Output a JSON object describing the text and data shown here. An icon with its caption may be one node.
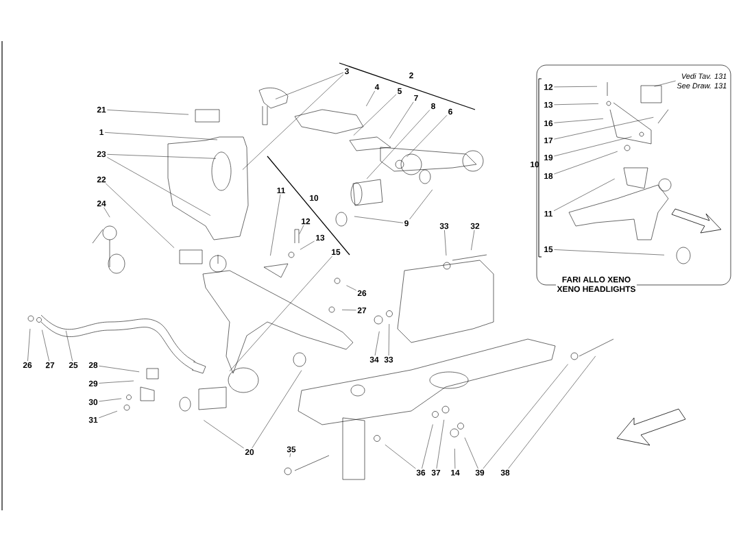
{
  "diagram": {
    "nodes": [
      {
        "text": [
          "3"
        ]
      },
      {
        "text": [
          "4"
        ]
      },
      {
        "text": [
          "5"
        ]
      },
      {
        "text": [
          "7"
        ]
      },
      {
        "text": [
          "8"
        ]
      },
      {
        "text": [
          "6"
        ]
      },
      {
        "text": [
          "21"
        ]
      },
      {
        "text": [
          "1"
        ]
      },
      {
        "text": [
          "23"
        ]
      },
      {
        "text": [
          "22"
        ]
      },
      {
        "text": [
          "24"
        ]
      },
      {
        "text": [
          "11"
        ]
      },
      {
        "text": [
          "12"
        ]
      },
      {
        "text": [
          "13"
        ]
      },
      {
        "text": [
          "15"
        ]
      },
      {
        "text": [
          "9"
        ]
      },
      {
        "text": [
          "33"
        ]
      },
      {
        "text": [
          "32"
        ]
      },
      {
        "text": [
          "26"
        ]
      },
      {
        "text": [
          "27"
        ]
      },
      {
        "text": [
          "34"
        ]
      },
      {
        "text": [
          "33"
        ]
      },
      {
        "text": [
          "26"
        ]
      },
      {
        "text": [
          "27"
        ]
      },
      {
        "text": [
          "25"
        ]
      },
      {
        "text": [
          "28"
        ]
      },
      {
        "text": [
          "29"
        ]
      },
      {
        "text": [
          "30"
        ]
      },
      {
        "text": [
          "31"
        ]
      },
      {
        "text": [
          "20"
        ]
      },
      {
        "text": [
          "35"
        ]
      },
      {
        "text": [
          "36"
        ]
      },
      {
        "text": [
          "37"
        ]
      },
      {
        "text": [
          "14"
        ]
      },
      {
        "text": [
          "39"
        ]
      },
      {
        "text": [
          "38"
        ]
      },
      {
        "text": [
          "FARI ALLO XENO",
          "XENO HEADLIGHTS"
        ]
      },
      {
        "text": [
          "Vedi Tav. 131",
          "See Draw. 131"
        ],
        "in": 36
      },
      {
        "text": [
          "12"
        ],
        "in": 36
      },
      {
        "text": [
          "13"
        ],
        "in": 36
      },
      {
        "text": [
          "16"
        ],
        "in": 36
      },
      {
        "text": [
          "17"
        ],
        "in": 36
      },
      {
        "text": [
          "19"
        ],
        "in": 36
      },
      {
        "text": [
          "18"
        ],
        "in": 36
      },
      {
        "text": [
          "11"
        ],
        "in": 36
      },
      {
        "text": [
          "15"
        ],
        "in": 36
      }
    ],
    "edges": [
      {
        "from": 0,
        "to": null,
        "arrow": "none"
      },
      {
        "from": 0,
        "to": null,
        "arrow": "none"
      },
      {
        "from": 1,
        "to": null,
        "arrow": "none"
      },
      {
        "from": 2,
        "to": null,
        "arrow": "none"
      },
      {
        "from": 3,
        "to": null,
        "arrow": "none"
      },
      {
        "from": 4,
        "to": null,
        "arrow": "none"
      },
      {
        "from": 5,
        "to": null,
        "arrow": "none"
      },
      {
        "from": 6,
        "to": null,
        "arrow": "none"
      },
      {
        "from": 7,
        "to": null,
        "arrow": "none"
      },
      {
        "from": 8,
        "to": null,
        "arrow": "none"
      },
      {
        "from": 8,
        "to": null,
        "arrow": "none"
      },
      {
        "from": 9,
        "to": null,
        "arrow": "none"
      },
      {
        "from": 10,
        "to": null,
        "arrow": "none"
      },
      {
        "from": 11,
        "to": null,
        "arrow": "none"
      },
      {
        "from": 12,
        "to": null,
        "arrow": "none"
      },
      {
        "from": 13,
        "to": null,
        "arrow": "none"
      },
      {
        "from": 14,
        "to": null,
        "arrow": "none"
      },
      {
        "from": 15,
        "to": null,
        "arrow": "none"
      },
      {
        "from": 15,
        "to": null,
        "arrow": "none"
      },
      {
        "from": 16,
        "to": null,
        "arrow": "none"
      },
      {
        "from": 17,
        "to": null,
        "arrow": "none"
      },
      {
        "from": 18,
        "to": null,
        "arrow": "none"
      },
      {
        "from": 19,
        "to": null,
        "arrow": "none"
      },
      {
        "from": 20,
        "to": null,
        "arrow": "none"
      },
      {
        "from": 21,
        "to": null,
        "arrow": "none"
      },
      {
        "from": 22,
        "to": null,
        "arrow": "none"
      },
      {
        "from": 23,
        "to": null,
        "arrow": "none"
      },
      {
        "from": 24,
        "to": null,
        "arrow": "none"
      },
      {
        "from": 25,
        "to": null,
        "arrow": "none"
      },
      {
        "from": 26,
        "to": null,
        "arrow": "none"
      },
      {
        "from": 27,
        "to": null,
        "arrow": "none"
      },
      {
        "from": 28,
        "to": null,
        "arrow": "none"
      },
      {
        "from": 29,
        "to": null,
        "arrow": "none"
      },
      {
        "from": 29,
        "to": null,
        "arrow": "none"
      },
      {
        "from": 30,
        "to": null,
        "arrow": "none"
      },
      {
        "from": 31,
        "to": null,
        "arrow": "none"
      },
      {
        "from": 31,
        "to": null,
        "arrow": "none"
      },
      {
        "from": 32,
        "to": null,
        "arrow": "none"
      },
      {
        "from": 33,
        "to": null,
        "arrow": "none"
      },
      {
        "from": 34,
        "to": null,
        "arrow": "none"
      },
      {
        "from": 34,
        "to": null,
        "arrow": "none"
      },
      {
        "from": 35,
        "to": null,
        "arrow": "none"
      },
      {
        "from": 37,
        "to": null,
        "arrow": "none"
      },
      {
        "from": 38,
        "to": null,
        "arrow": "none"
      },
      {
        "from": 39,
        "to": null,
        "arrow": "none"
      },
      {
        "from": 40,
        "to": null,
        "arrow": "none"
      },
      {
        "from": 41,
        "to": null,
        "arrow": "none"
      },
      {
        "from": 42,
        "to": null,
        "arrow": "none"
      },
      {
        "from": 43,
        "to": null,
        "arrow": "none"
      },
      {
        "from": 44,
        "to": null,
        "arrow": "none"
      },
      {
        "from": 45,
        "to": null,
        "arrow": "none"
      }
    ],
    "labels": [
      "2",
      "10",
      "10"
    ]
  }
}
